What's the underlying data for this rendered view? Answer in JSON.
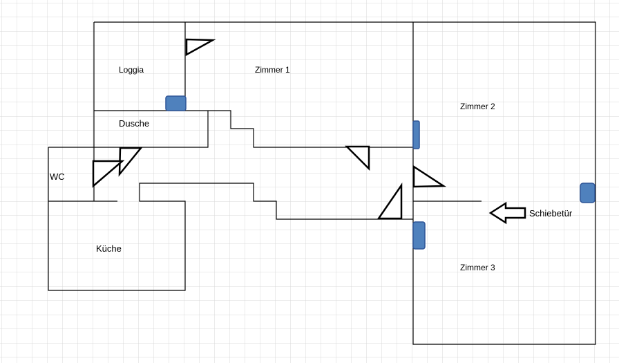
{
  "rooms": {
    "loggia": "Loggia",
    "zimmer1": "Zimmer 1",
    "dusche": "Dusche",
    "wc": "WC",
    "kueche": "Küche",
    "zimmer2": "Zimmer 2",
    "zimmer3": "Zimmer 3"
  },
  "annotations": {
    "sliding_door": "Schiebetür"
  },
  "colors": {
    "radiator": "#4f81bd",
    "grid": "#d9d9d9",
    "wall": "#000000"
  }
}
